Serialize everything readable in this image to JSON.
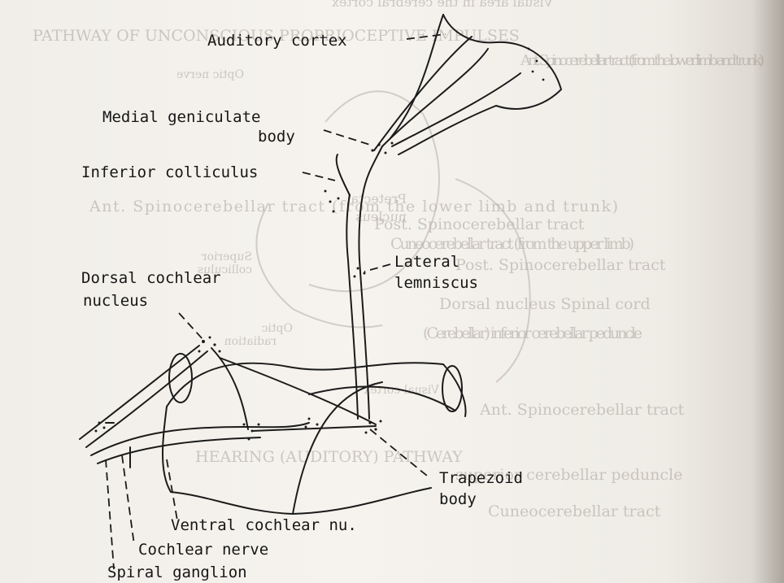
{
  "labels": {
    "auditory_cortex": "Auditory cortex",
    "medial_geniculate_1": "Medial geniculate",
    "medial_geniculate_2": "body",
    "inferior_colliculus": "Inferior colliculus",
    "lateral_lemniscus_1": "Lateral",
    "lateral_lemniscus_2": "lemniscus",
    "dorsal_cochlear_1": "Dorsal cochlear",
    "dorsal_cochlear_2": "nucleus",
    "trapezoid_1": "Trapezoid",
    "trapezoid_2": "body",
    "ventral_cochlear": "Ventral cochlear nu.",
    "cochlear_nerve": "Cochlear nerve",
    "spiral_ganglion": "Spiral ganglion"
  },
  "background_text": {
    "line1": "PATHWAY OF UNCONSCIOUS PROPRIOCEPTIVE IMPULSES",
    "line2": "Ant. Spinocerebellar tract (from the lower limb and trunk)",
    "line3": "Post. Spinocerebellar tract",
    "line4": "Cuneocerebellar tract (from the upper limb)",
    "line5": "Post. Spinocerebellar tract",
    "line6": "Dorsal nucleus   Spinal  cord",
    "line7": "(Cerebellar) inferior cerebellar peduncle",
    "line8": "Ant. Spinocerebellar tract",
    "line9": "HEARING (AUDITORY) PATHWAY",
    "line10": "superior cerebellar peduncle",
    "line11": "Cuneocerebellar  tract",
    "mirror1": "Visual area in the cerebral cortex",
    "mirror2": "Optic nerve",
    "mirror3": "Pretectal",
    "mirror4": "nucleus",
    "mirror5": "Superior",
    "mirror6": "colliculus",
    "mirror7": "Optic",
    "mirror8": "radiation",
    "mirror9": "Visual cortex"
  }
}
